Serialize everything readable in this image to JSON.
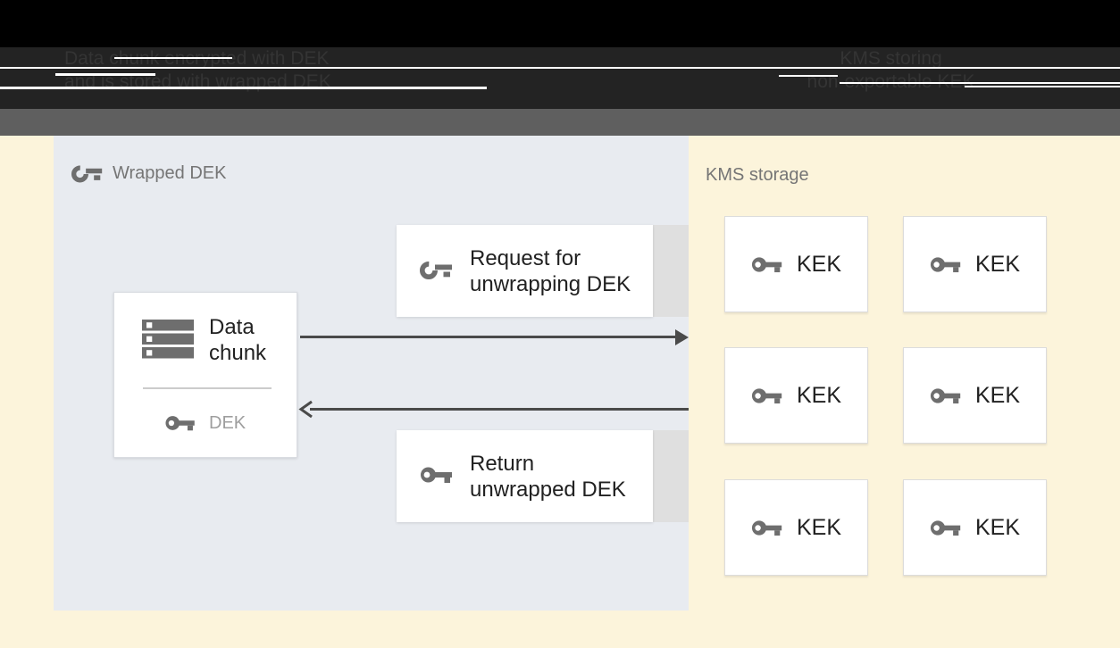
{
  "header": {
    "left_caption_line1": "Data chunk encrypted with DEK",
    "left_caption_line2": "and is stored with wrapped DEK",
    "right_caption_line1": "KMS storing",
    "right_caption_line2": "non-exportable KEK"
  },
  "wrapped_dek_panel": {
    "title": "Wrapped DEK",
    "data_chunk_box": {
      "label_line1": "Data",
      "label_line2": "chunk",
      "key_label": "DEK"
    },
    "request_box": {
      "label_line1": "Request for",
      "label_line2": "unwrapping DEK"
    },
    "return_box": {
      "label_line1": "Return",
      "label_line2": "unwrapped DEK"
    }
  },
  "kms_panel": {
    "title": "KMS storage",
    "kek_boxes": [
      {
        "label": "KEK"
      },
      {
        "label": "KEK"
      },
      {
        "label": "KEK"
      },
      {
        "label": "KEK"
      },
      {
        "label": "KEK"
      },
      {
        "label": "KEK"
      }
    ]
  },
  "icons": {
    "wrapped_key": "wrapped-key-icon",
    "key": "key-icon",
    "data_chunk": "data-chunk-stack-icon"
  },
  "colors": {
    "background_cream": "#FCF4DB",
    "panel_blue_gray": "#E8EBF0",
    "header_black": "#000000",
    "header_caption_bg": "#232323",
    "header_caption_text": "#343434",
    "gray_divider_bar": "#5F5F5F",
    "icon_gray": "#6E6E6E",
    "text_dark": "#212121",
    "text_gray": "#757575",
    "dek_label_gray": "#9E9E9E",
    "arrow_gray": "#4A4A4A",
    "box_tail_gray": "#DFDFDF"
  }
}
